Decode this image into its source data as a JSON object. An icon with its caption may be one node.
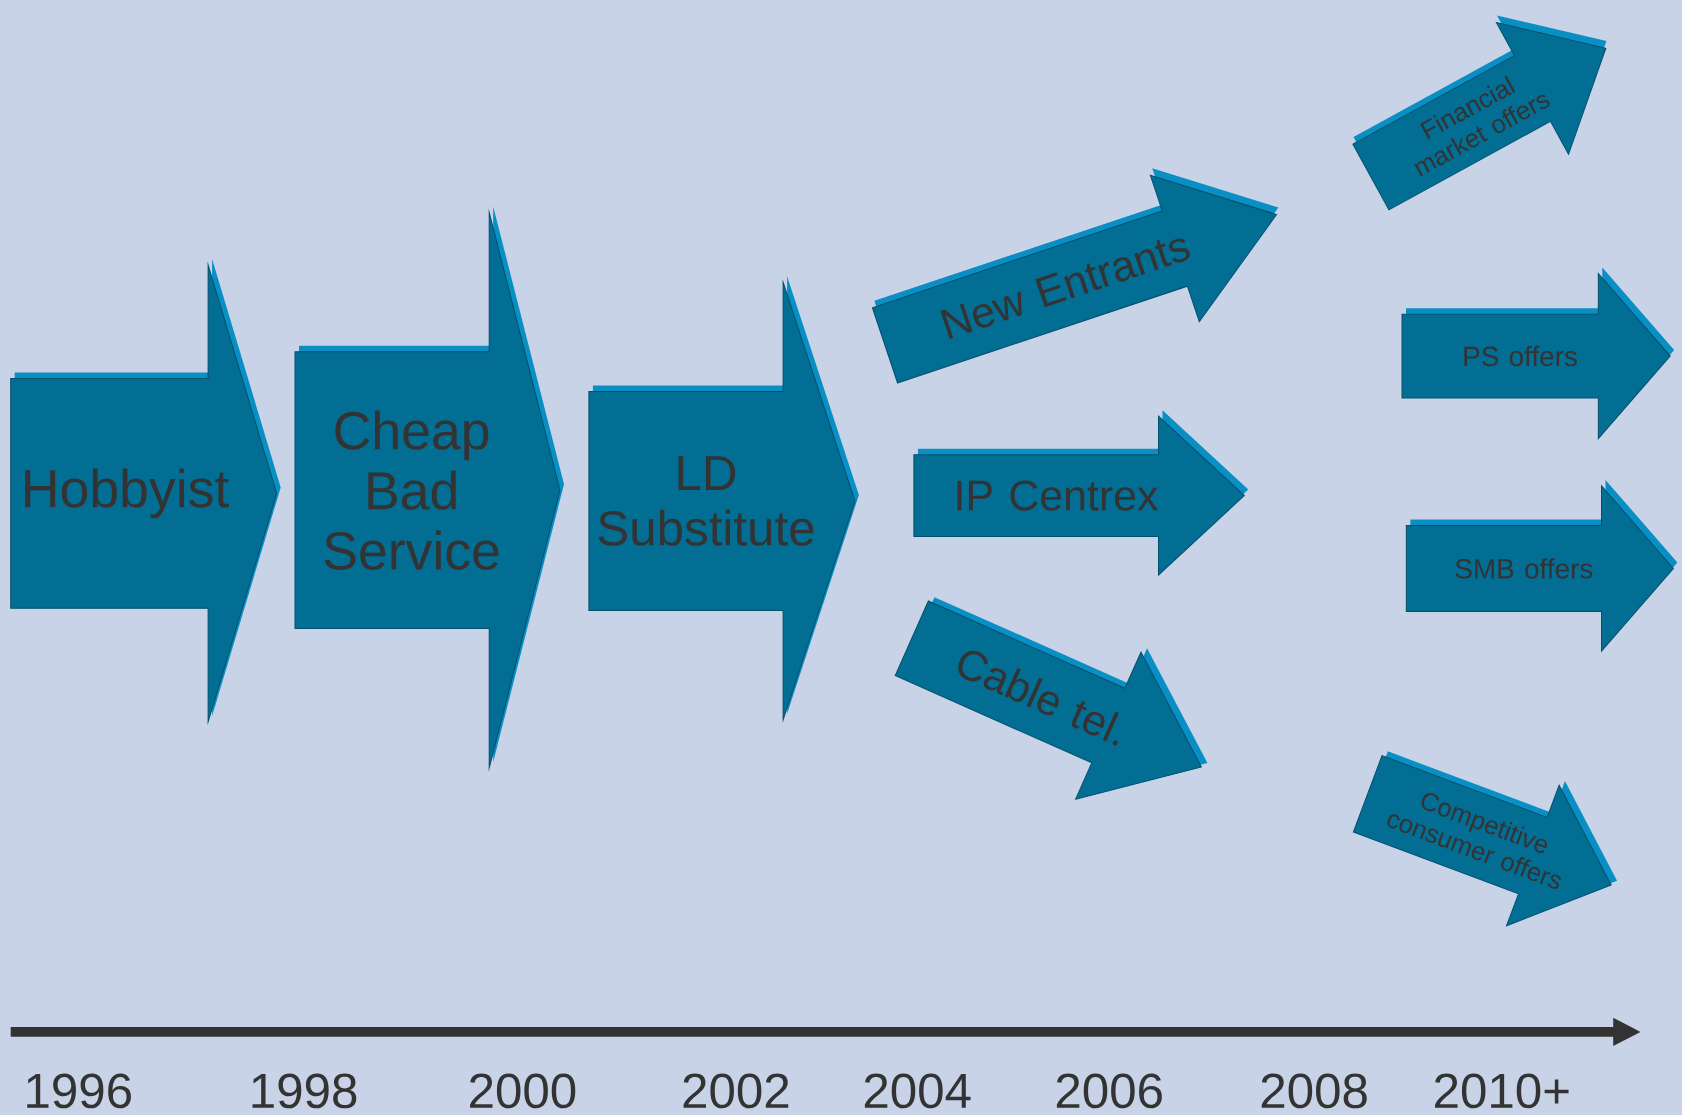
{
  "diagram": {
    "nodes": [
      {
        "text": [
          "Hobbyist"
        ]
      },
      {
        "text": [
          "Cheap Bad Service"
        ]
      },
      {
        "text": [
          "LD Substitute"
        ]
      },
      {
        "text": [
          "New Entrants"
        ]
      },
      {
        "text": [
          "IP Centrex"
        ]
      },
      {
        "text": [
          "Cable tel."
        ]
      },
      {
        "text": [
          "Financial market offers"
        ]
      },
      {
        "text": [
          "PS offers"
        ]
      },
      {
        "text": [
          "SMB offers"
        ]
      },
      {
        "text": [
          "Competitive consumer offers"
        ]
      }
    ],
    "labels": [
      "1996",
      "1998",
      "2000",
      "2002",
      "2004",
      "2006",
      "2008",
      "2010+"
    ]
  }
}
